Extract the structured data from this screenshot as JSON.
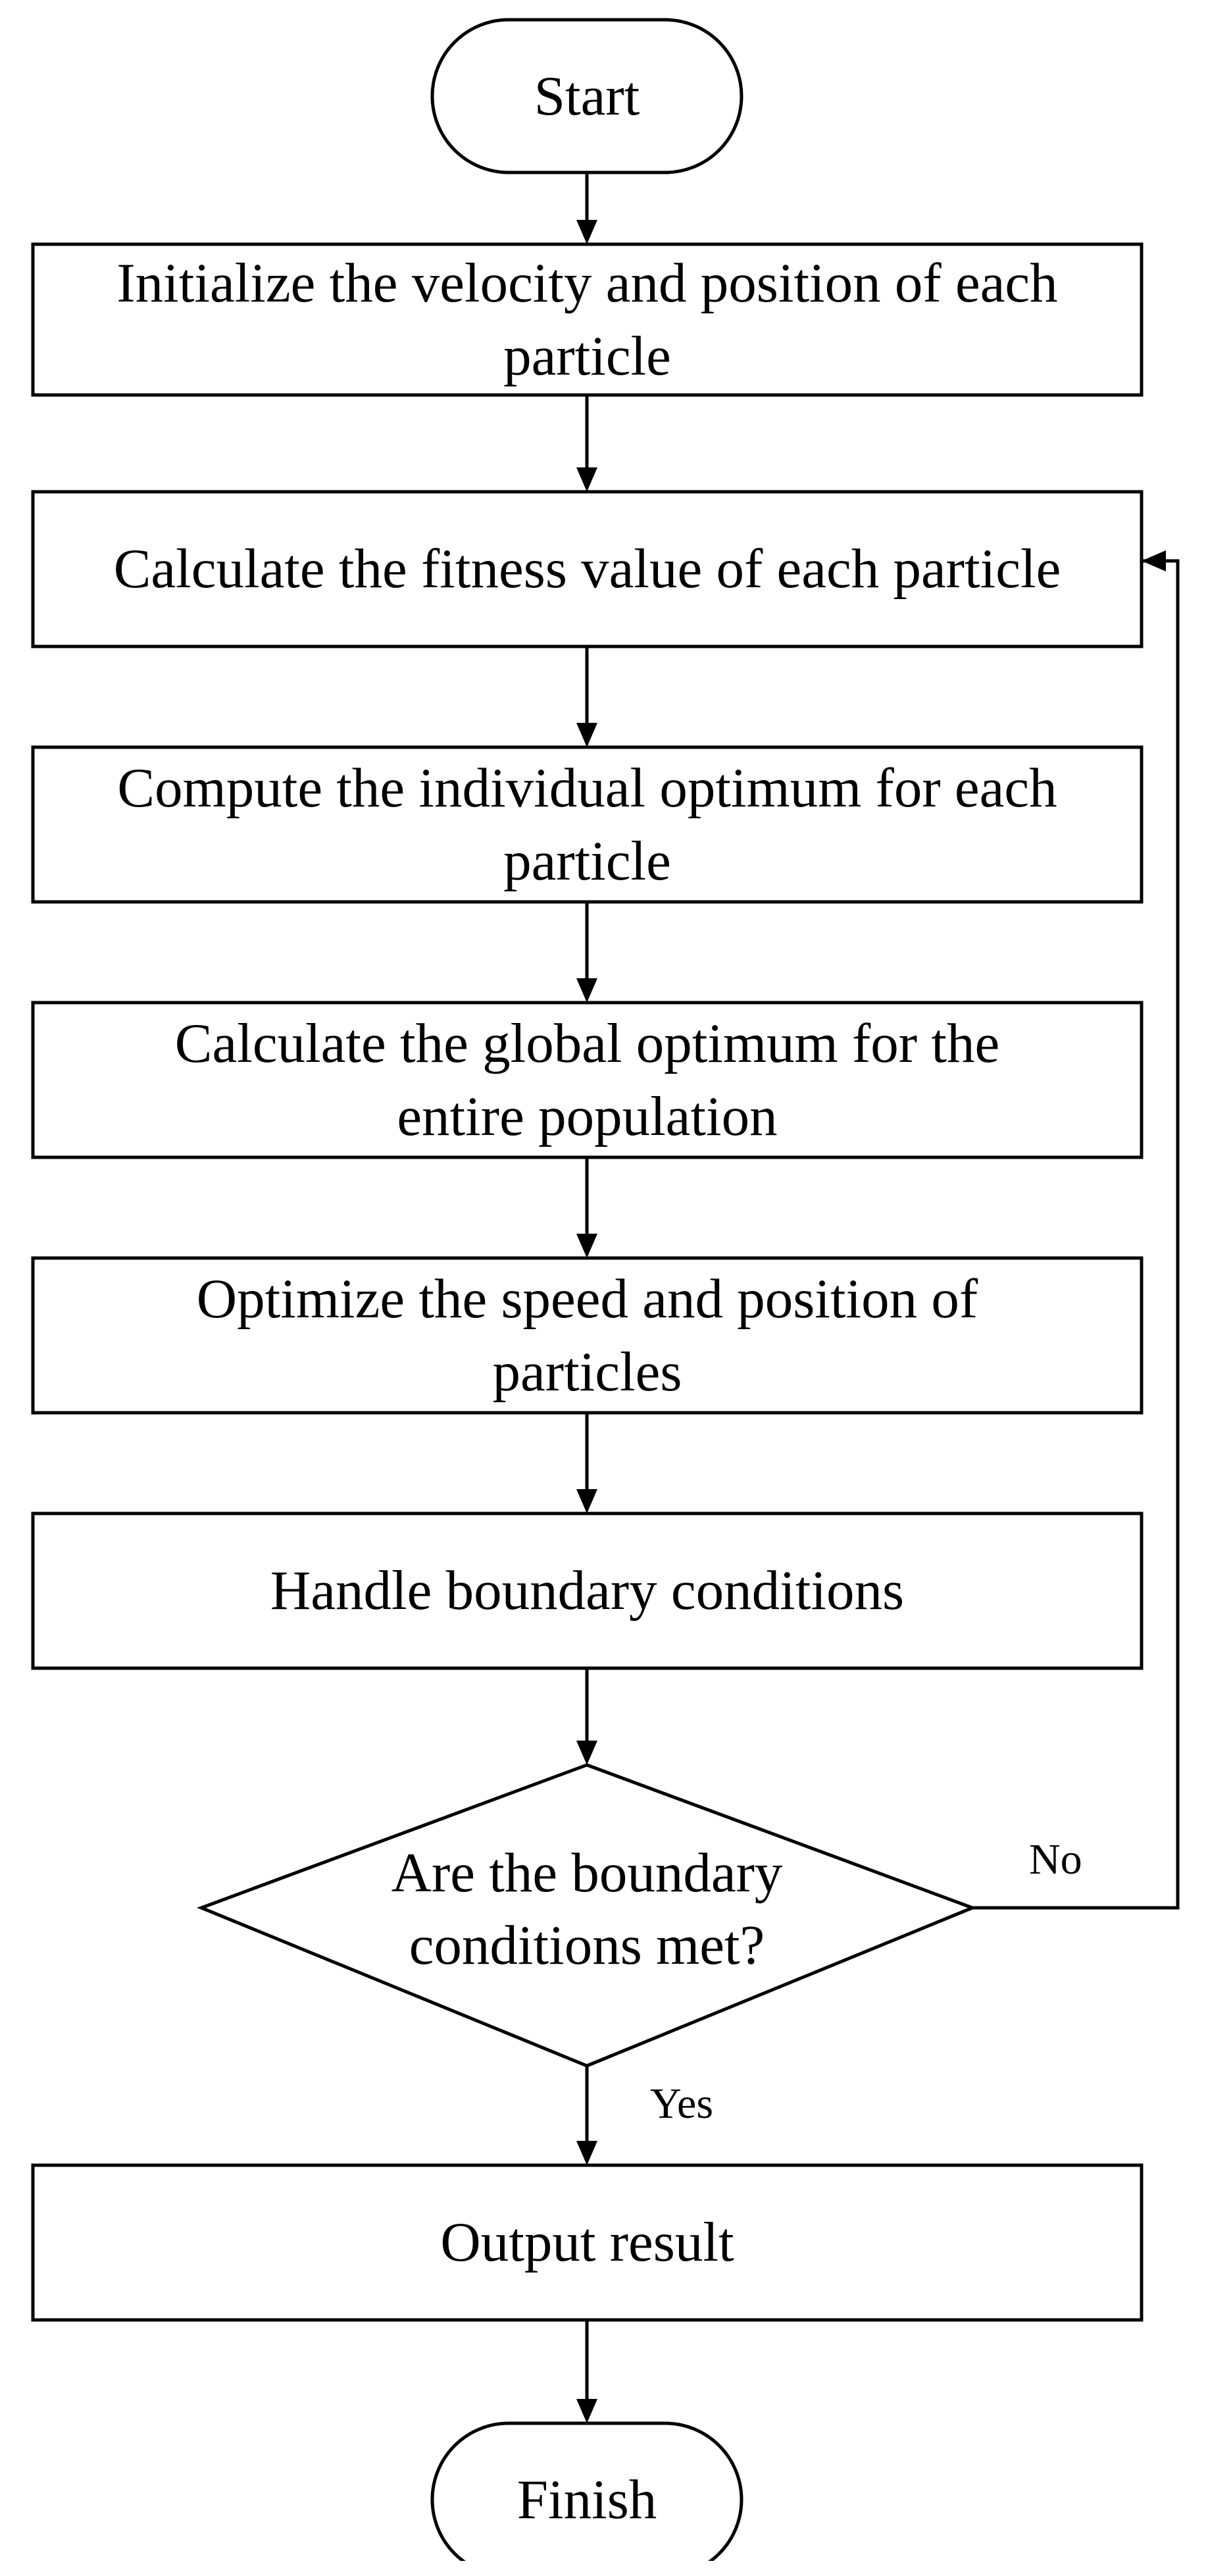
{
  "flowchart": {
    "nodes": [
      {
        "id": "start",
        "shape": "terminal",
        "text": "Start"
      },
      {
        "id": "init",
        "shape": "process",
        "text": "Initialize the velocity and position of each\nparticle"
      },
      {
        "id": "fitness",
        "shape": "process",
        "text": "Calculate the fitness value of each particle"
      },
      {
        "id": "individual",
        "shape": "process",
        "text": "Compute the individual optimum for each\nparticle"
      },
      {
        "id": "global",
        "shape": "process",
        "text": "Calculate the global optimum for the\nentire population"
      },
      {
        "id": "optimize",
        "shape": "process",
        "text": "Optimize the speed and position of\nparticles"
      },
      {
        "id": "boundary",
        "shape": "process",
        "text": "Handle boundary conditions"
      },
      {
        "id": "decision",
        "shape": "decision",
        "text": "Are the boundary\nconditions met?"
      },
      {
        "id": "output",
        "shape": "process",
        "text": "Output result"
      },
      {
        "id": "finish",
        "shape": "terminal",
        "text": "Finish"
      }
    ],
    "edges": [
      {
        "from": "start",
        "to": "init",
        "label": ""
      },
      {
        "from": "init",
        "to": "fitness",
        "label": ""
      },
      {
        "from": "fitness",
        "to": "individual",
        "label": ""
      },
      {
        "from": "individual",
        "to": "global",
        "label": ""
      },
      {
        "from": "global",
        "to": "optimize",
        "label": ""
      },
      {
        "from": "optimize",
        "to": "boundary",
        "label": ""
      },
      {
        "from": "boundary",
        "to": "decision",
        "label": ""
      },
      {
        "from": "decision",
        "to": "output",
        "label": "Yes"
      },
      {
        "from": "output",
        "to": "finish",
        "label": ""
      },
      {
        "from": "decision",
        "to": "fitness",
        "label": "No"
      }
    ]
  }
}
